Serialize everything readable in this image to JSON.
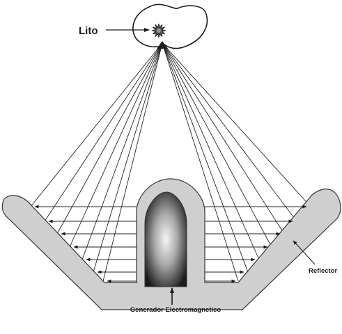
{
  "labels": {
    "stone": "Lito",
    "reflector": "Reflector",
    "generator": "Generador Electromagnetico"
  },
  "icons": {
    "stone": "stone-star-icon",
    "focal_point": "focal-point-icon"
  },
  "colors": {
    "reflector_fill": "#cfcfcf",
    "generator_gradient_light": "#f4f4f4",
    "generator_gradient_dark": "#222222",
    "line": "#222222"
  }
}
